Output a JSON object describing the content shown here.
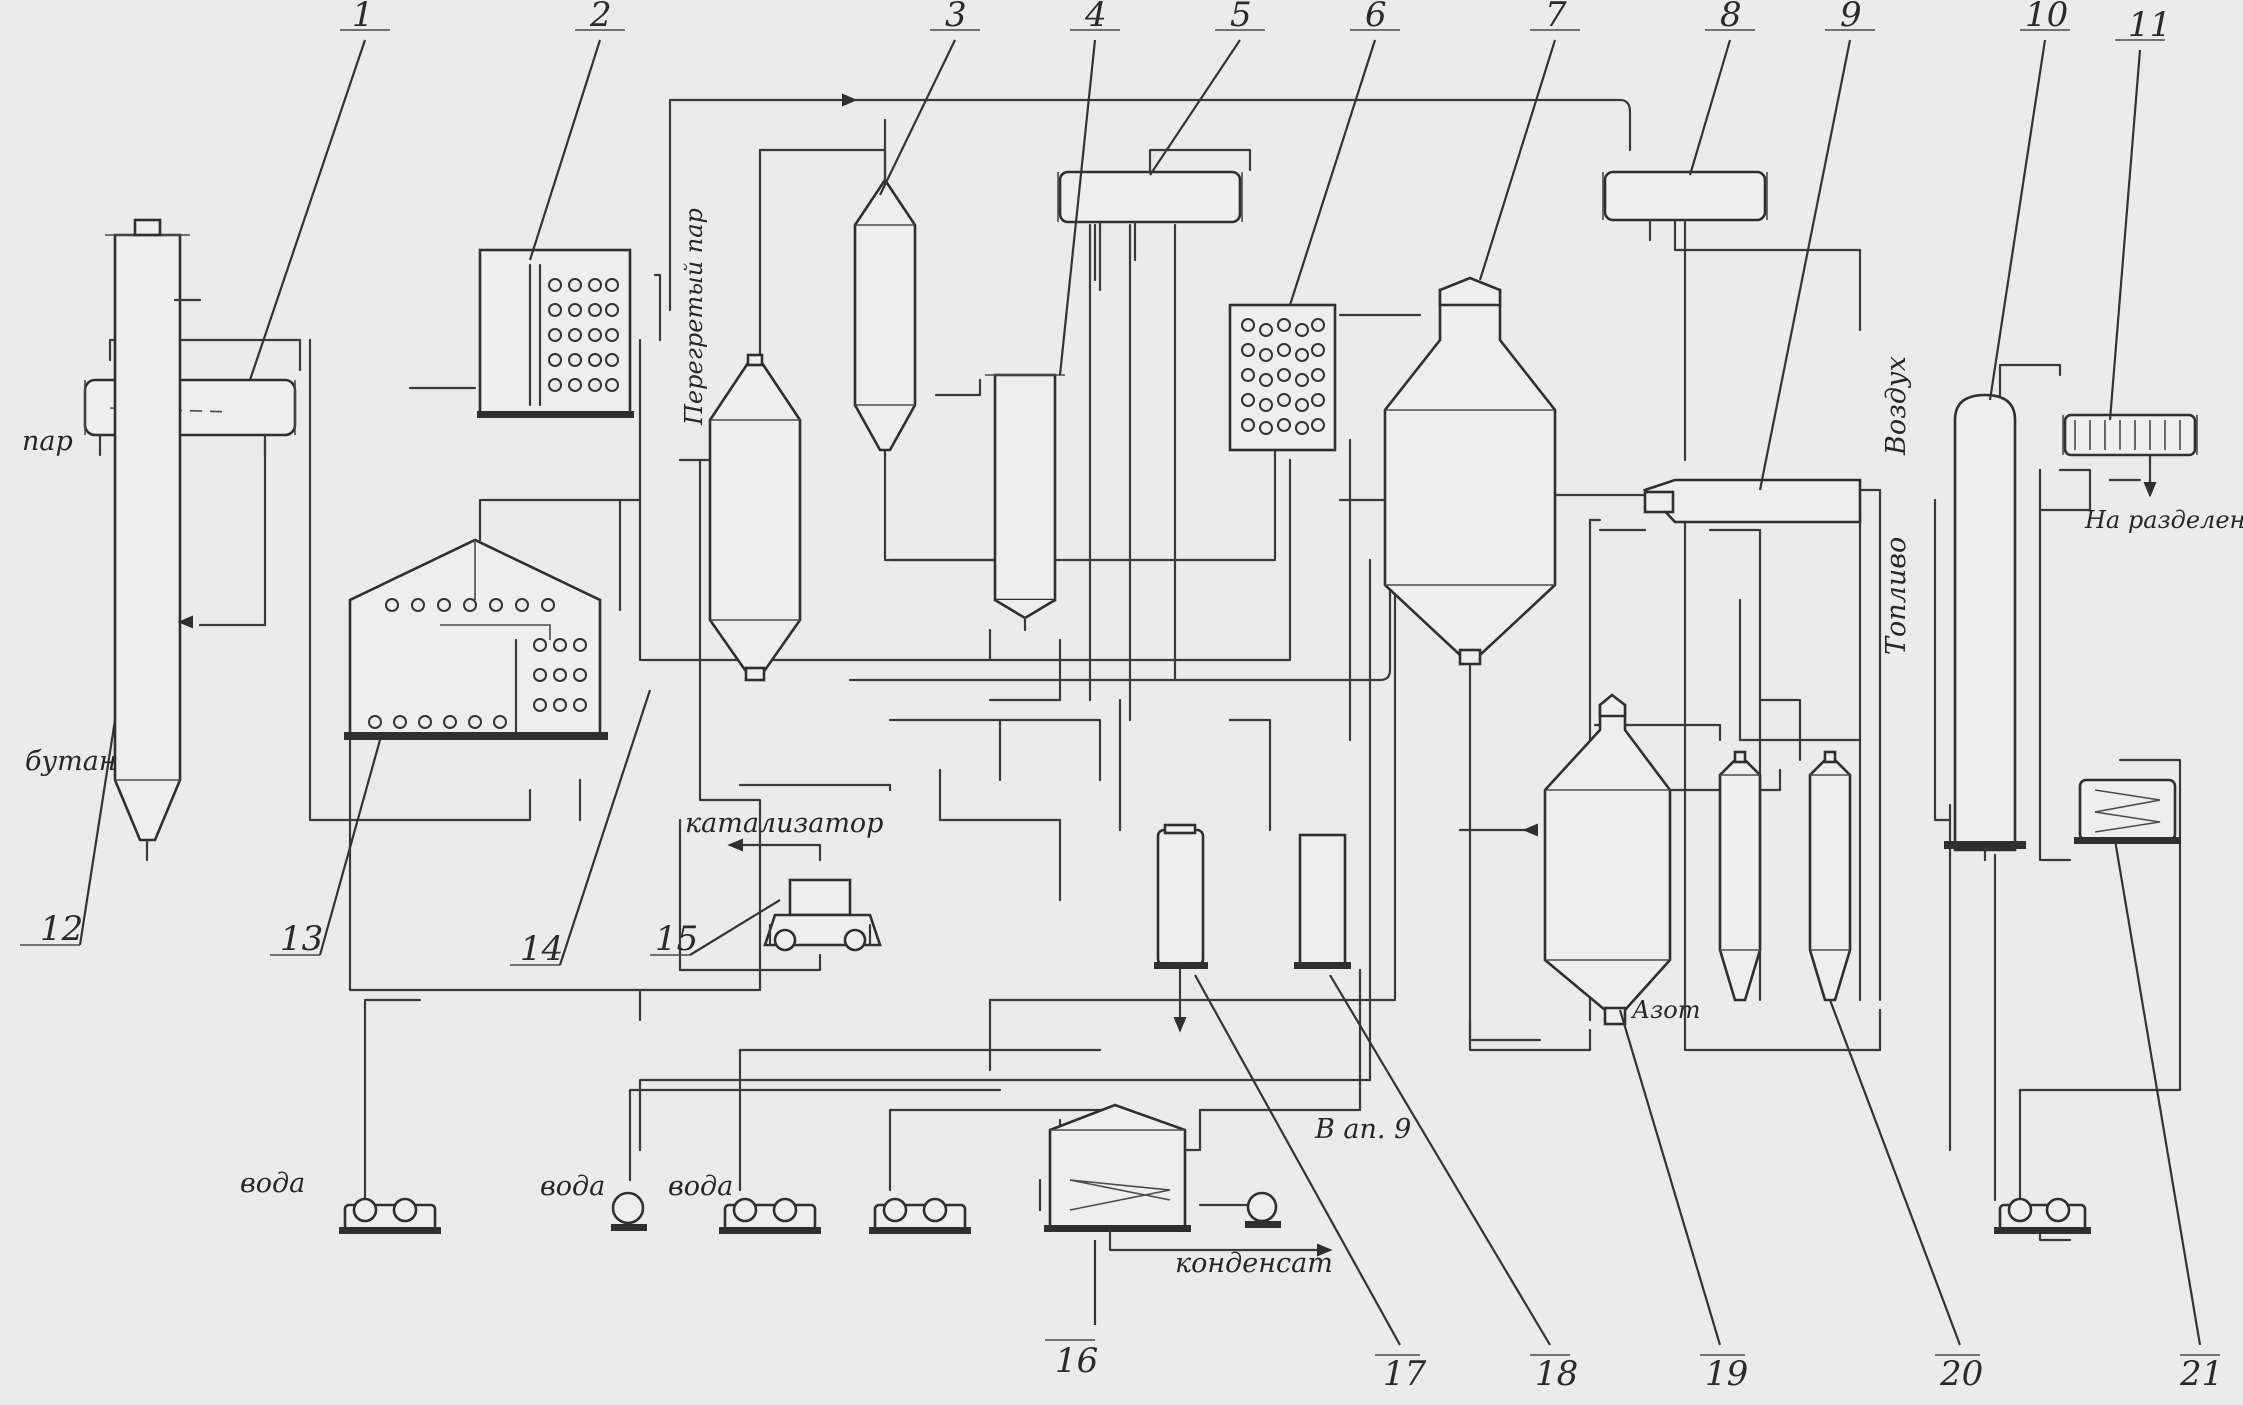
{
  "diagram": {
    "numbers": [
      "1",
      "2",
      "3",
      "4",
      "5",
      "6",
      "7",
      "8",
      "9",
      "10",
      "11",
      "12",
      "13",
      "14",
      "15",
      "16",
      "17",
      "18",
      "19",
      "20",
      "21"
    ],
    "labels": {
      "steam": "пар",
      "butane": "бутан",
      "superheated_steam": "Перегретый пар",
      "catalyst": "катализатор",
      "water_1": "вода",
      "water_2": "вода",
      "water_3": "вода",
      "condensate": "конденсат",
      "to_apparatus_9": "В ап. 9",
      "nitrogen": "Азот",
      "air": "Воздух",
      "fuel": "Топливо",
      "to_separation": "На разделен."
    }
  }
}
